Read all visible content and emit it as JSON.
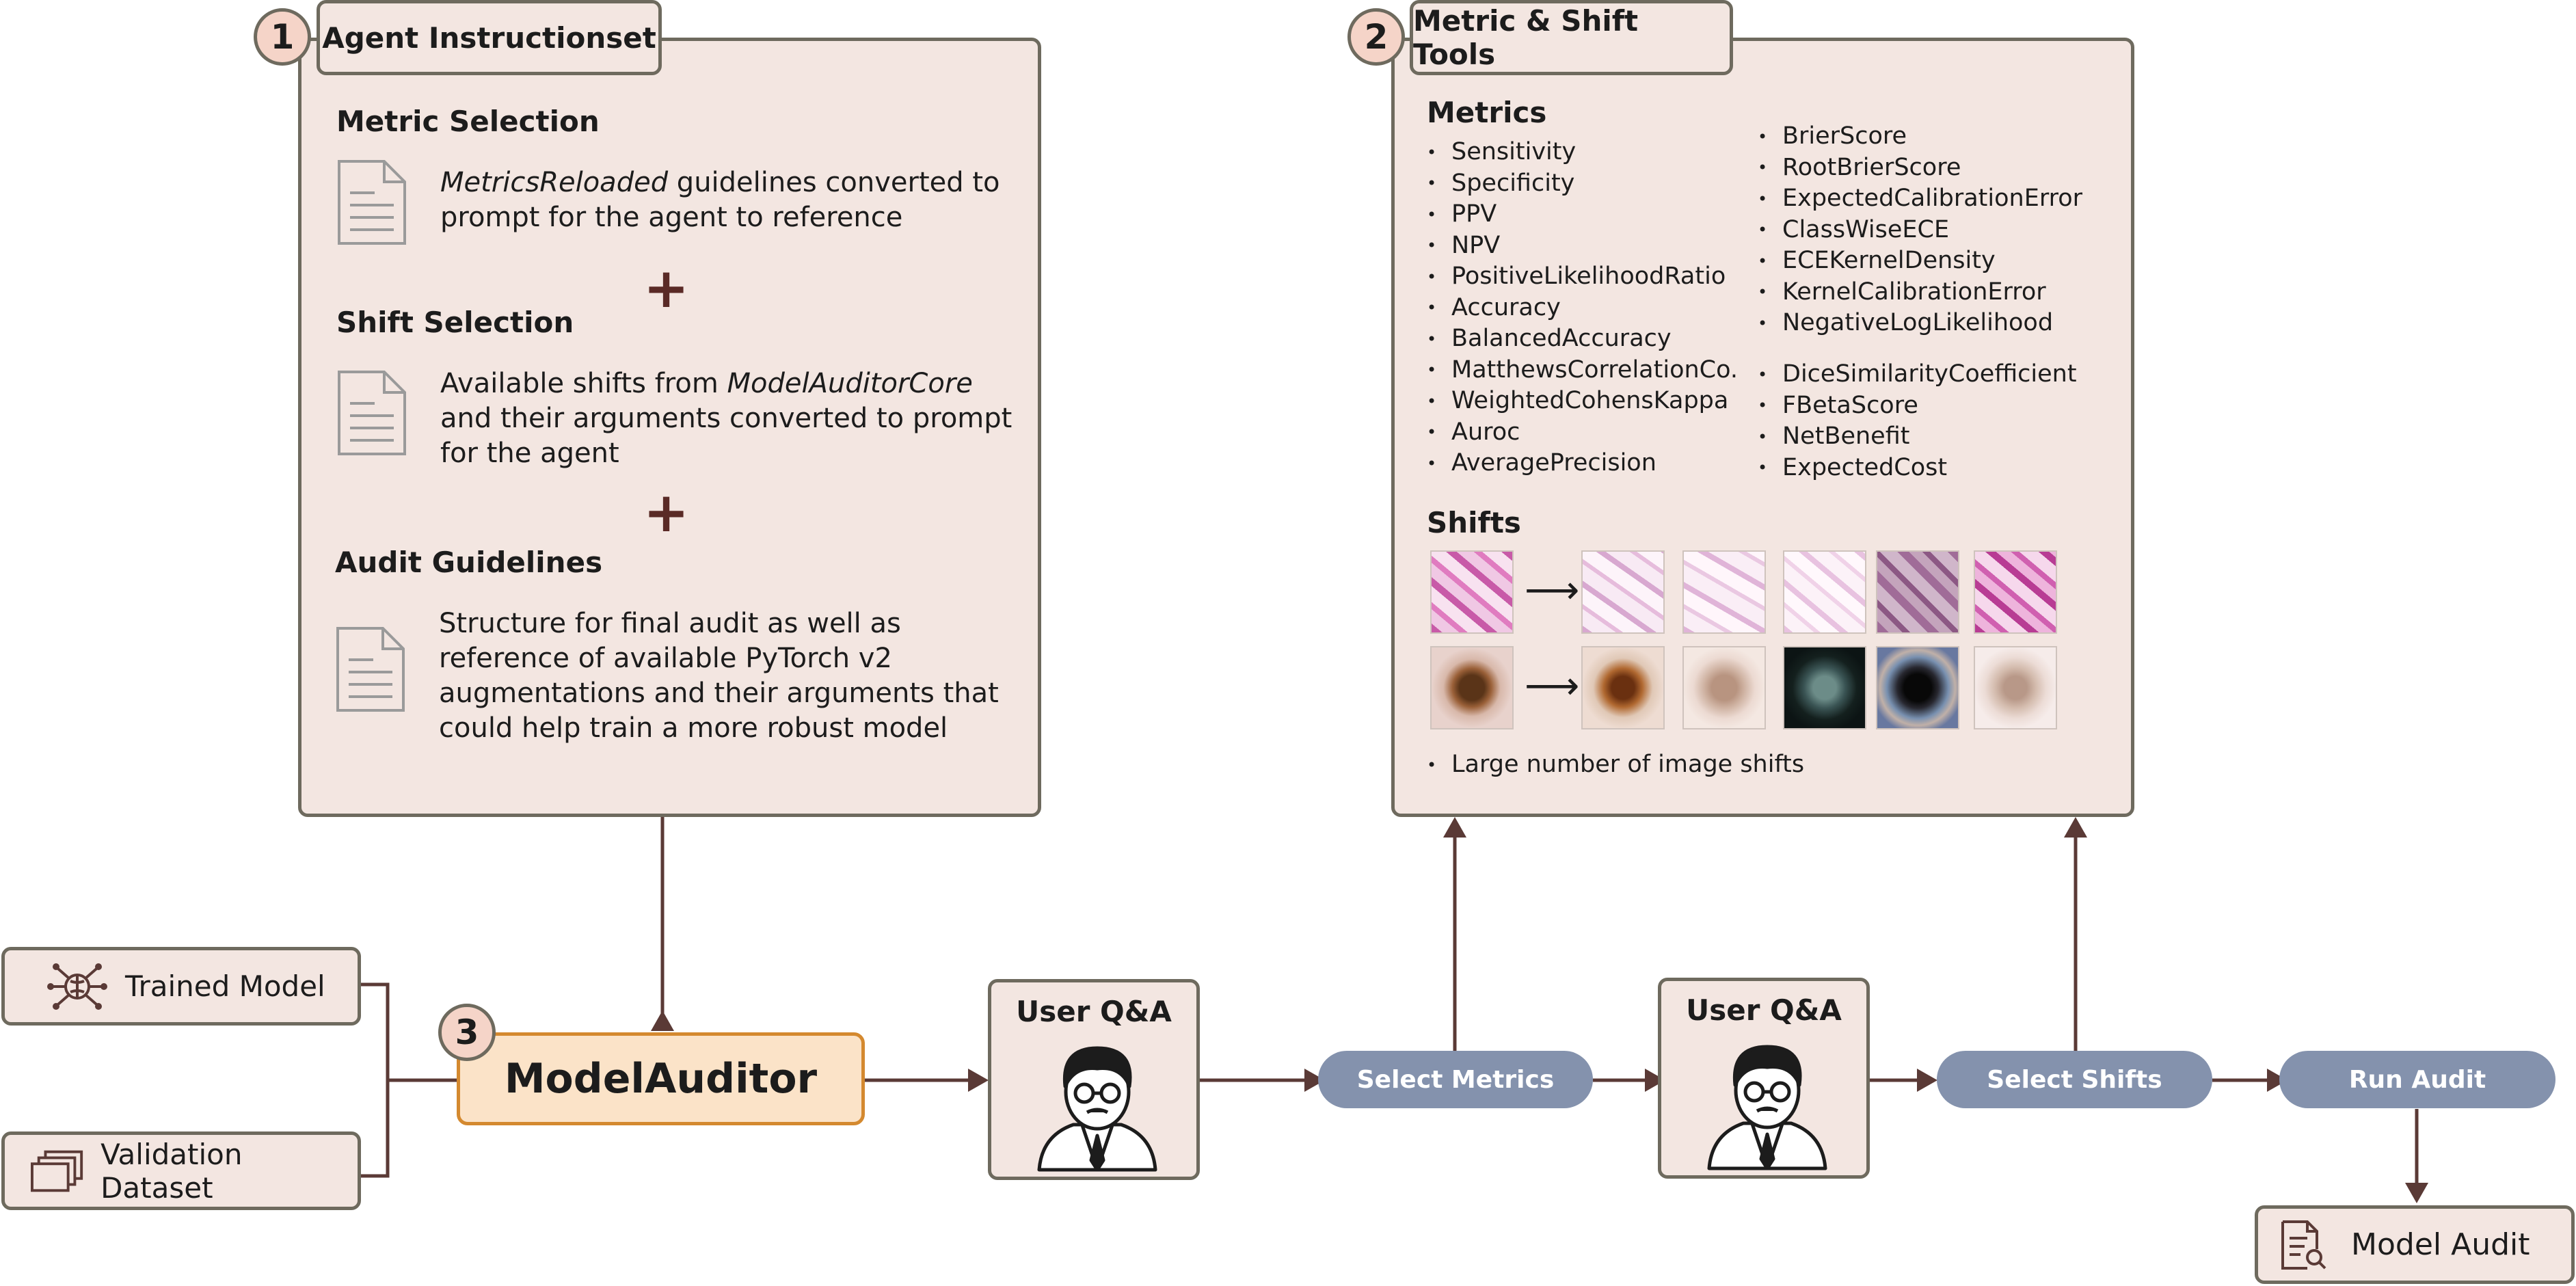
{
  "panel1": {
    "number": "1",
    "title": "Agent Instructionset",
    "sections": [
      {
        "heading": "Metric Selection",
        "text_em": "MetricsReloaded",
        "text_rest": " guidelines converted to prompt for the agent to reference"
      },
      {
        "heading": "Shift Selection",
        "text_pre": "Available shifts from ",
        "text_em": "ModelAuditorCore",
        "text_rest": " and their arguments converted to prompt for the agent"
      },
      {
        "heading": "Audit Guidelines",
        "text": "Structure for final audit as well as reference of available PyTorch v2 augmentations and their arguments that could help train a more robust model"
      }
    ],
    "plus_symbol": "+"
  },
  "panel2": {
    "number": "2",
    "title": "Metric & Shift Tools",
    "metrics_heading": "Metrics",
    "metrics_col1": [
      "Sensitivity",
      "Specificity",
      "PPV",
      "NPV",
      "PositiveLikelihoodRatio",
      "Accuracy",
      "BalancedAccuracy",
      "MatthewsCorrelationCo.",
      "WeightedCohensKappa",
      "Auroc",
      "AveragePrecision"
    ],
    "metrics_col2a": [
      "BrierScore",
      "RootBrierScore",
      "ExpectedCalibrationError",
      "ClassWiseECE",
      "ECEKernelDensity",
      "KernelCalibrationError",
      "NegativeLogLikelihood"
    ],
    "metrics_col2b": [
      "DiceSimilarityCoefficient",
      "FBetaScore",
      "NetBenefit",
      "ExpectedCost"
    ],
    "shifts_heading": "Shifts",
    "arrow_glyph": "⟶",
    "shifts_note": "Large number of image shifts"
  },
  "inputs": {
    "trained_model": "Trained Model",
    "validation_dataset": "Validation Dataset"
  },
  "auditor": {
    "number": "3",
    "label": "ModelAuditor"
  },
  "user_qa_1": "User Q&A",
  "user_qa_2": "User Q&A",
  "steps": {
    "select_metrics": "Select Metrics",
    "select_shifts": "Select Shifts",
    "run_audit": "Run Audit"
  },
  "output": "Model Audit",
  "icons": {
    "document": "document-icon",
    "brain_network": "brain-network-icon",
    "stacked_layers": "stacked-layers-icon",
    "user_avatar": "scientist-avatar-icon",
    "audit_report": "report-search-icon"
  },
  "colors": {
    "panel_fill": "#f3e6e1",
    "panel_border": "#6e6a5e",
    "auditor_fill": "#fbe3c8",
    "auditor_border": "#d4892f",
    "pill_fill": "#8492ad",
    "connector": "#5a3a36"
  }
}
